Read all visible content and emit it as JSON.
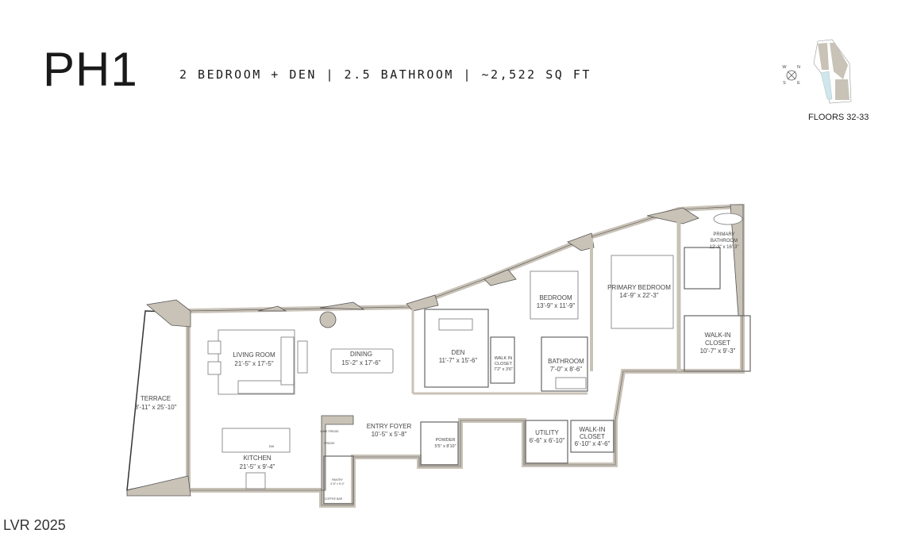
{
  "header": {
    "title": "PH1",
    "subtitle": "2 BEDROOM + DEN | 2.5 BATHROOM | ~2,522 SQ FT"
  },
  "key_plan": {
    "floors_label": "FLOORS 32-33",
    "compass": {
      "n": "N",
      "w": "W",
      "s": "S",
      "e": "E"
    },
    "highlight_color": "#cfe6ec",
    "unit_color": "#c9c2b7"
  },
  "rooms": {
    "terrace": {
      "name": "TERRACE",
      "dims": "8'-11\" x 25'-10\""
    },
    "living": {
      "name": "LIVING ROOM",
      "dims": "21'-5\" x 17'-5\""
    },
    "dining": {
      "name": "DINING",
      "dims": "15'-2\" x 17'-6\""
    },
    "kitchen": {
      "name": "KITCHEN",
      "dims": "21'-5\" x 9'-4\""
    },
    "wine_fridge": {
      "name": "WINE FRIDGE"
    },
    "fridge": {
      "name": "FRIDGE"
    },
    "dw": {
      "name": "DW"
    },
    "pantry": {
      "name": "PANTRY",
      "dims": "4'-6\" x 9'-0\""
    },
    "coffee_bar": {
      "name": "COFFEE BAR"
    },
    "entry": {
      "name": "ENTRY FOYER",
      "dims": "10'-5\" x 5'-8\""
    },
    "powder": {
      "name": "POWDER",
      "dims": "5'5\" x 8'10\""
    },
    "den": {
      "name": "DEN",
      "dims": "11'-7\" x 15'-6\""
    },
    "walkin1": {
      "name1": "WALK IN",
      "name2": "CLOSET",
      "dims": "7'2\" x 3'6\""
    },
    "bedroom": {
      "name": "BEDROOM",
      "dims": "13'-9\" x 11'-9\""
    },
    "bathroom": {
      "name": "BATHROOM",
      "dims": "7'-0\" x 8'-6\""
    },
    "utility": {
      "name": "UTILITY",
      "dims": "6'-6\" x 6'-10\""
    },
    "walkin2": {
      "name1": "WALK-IN",
      "name2": "CLOSET",
      "dims": "6'-10\" x 4'-6\""
    },
    "primary_bedroom": {
      "name": "PRIMARY BEDROOM",
      "dims": "14'-9\" x 22'-3\""
    },
    "primary_bath": {
      "name1": "PRIMARY",
      "name2": "BATHROOM",
      "dims": "12'-3\" x 16'-3\""
    },
    "walkin3": {
      "name1": "WALK-IN",
      "name2": "CLOSET",
      "dims": "10'-7\" x 9'-3\""
    }
  },
  "watermark": "LVR 2025"
}
